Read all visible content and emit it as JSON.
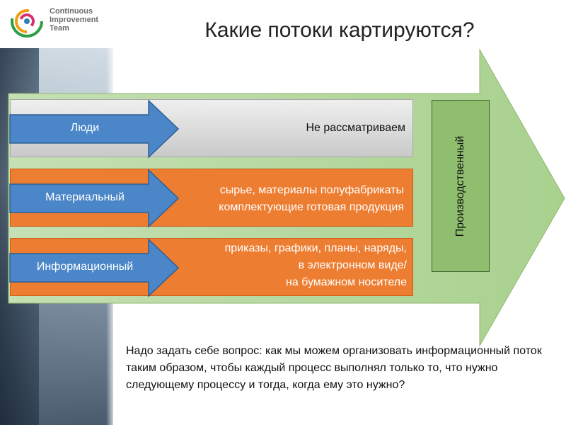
{
  "logo": {
    "lines": [
      "Continuous",
      "Improvement",
      "Team"
    ]
  },
  "title": "Какие потоки картируются?",
  "rows": [
    {
      "label": "Люди",
      "description_lines": [
        "Не рассматриваем"
      ]
    },
    {
      "label": "Материальный",
      "description_lines": [
        "сырье, материалы полуфабрикаты",
        "комплектующие готовая продукция"
      ]
    },
    {
      "label": "Информационный",
      "description_lines": [
        "приказы, графики, планы, наряды,",
        "в электронном виде/",
        "на бумажном носителе"
      ]
    }
  ],
  "vertical_label": "Производственный",
  "question_text": "Надо задать себе вопрос: как мы можем организовать информационный поток таким образом, чтобы каждый процесс выполнял только то, что нужно следующему процессу и тогда, когда ему это нужно?",
  "colors": {
    "big_arrow": "#a9d18e",
    "small_arrow": "#4a86c8",
    "orange_panel": "#ed7d31",
    "grey_panel": "#d9d9d9",
    "vertical_box": "#8fbf6e"
  }
}
